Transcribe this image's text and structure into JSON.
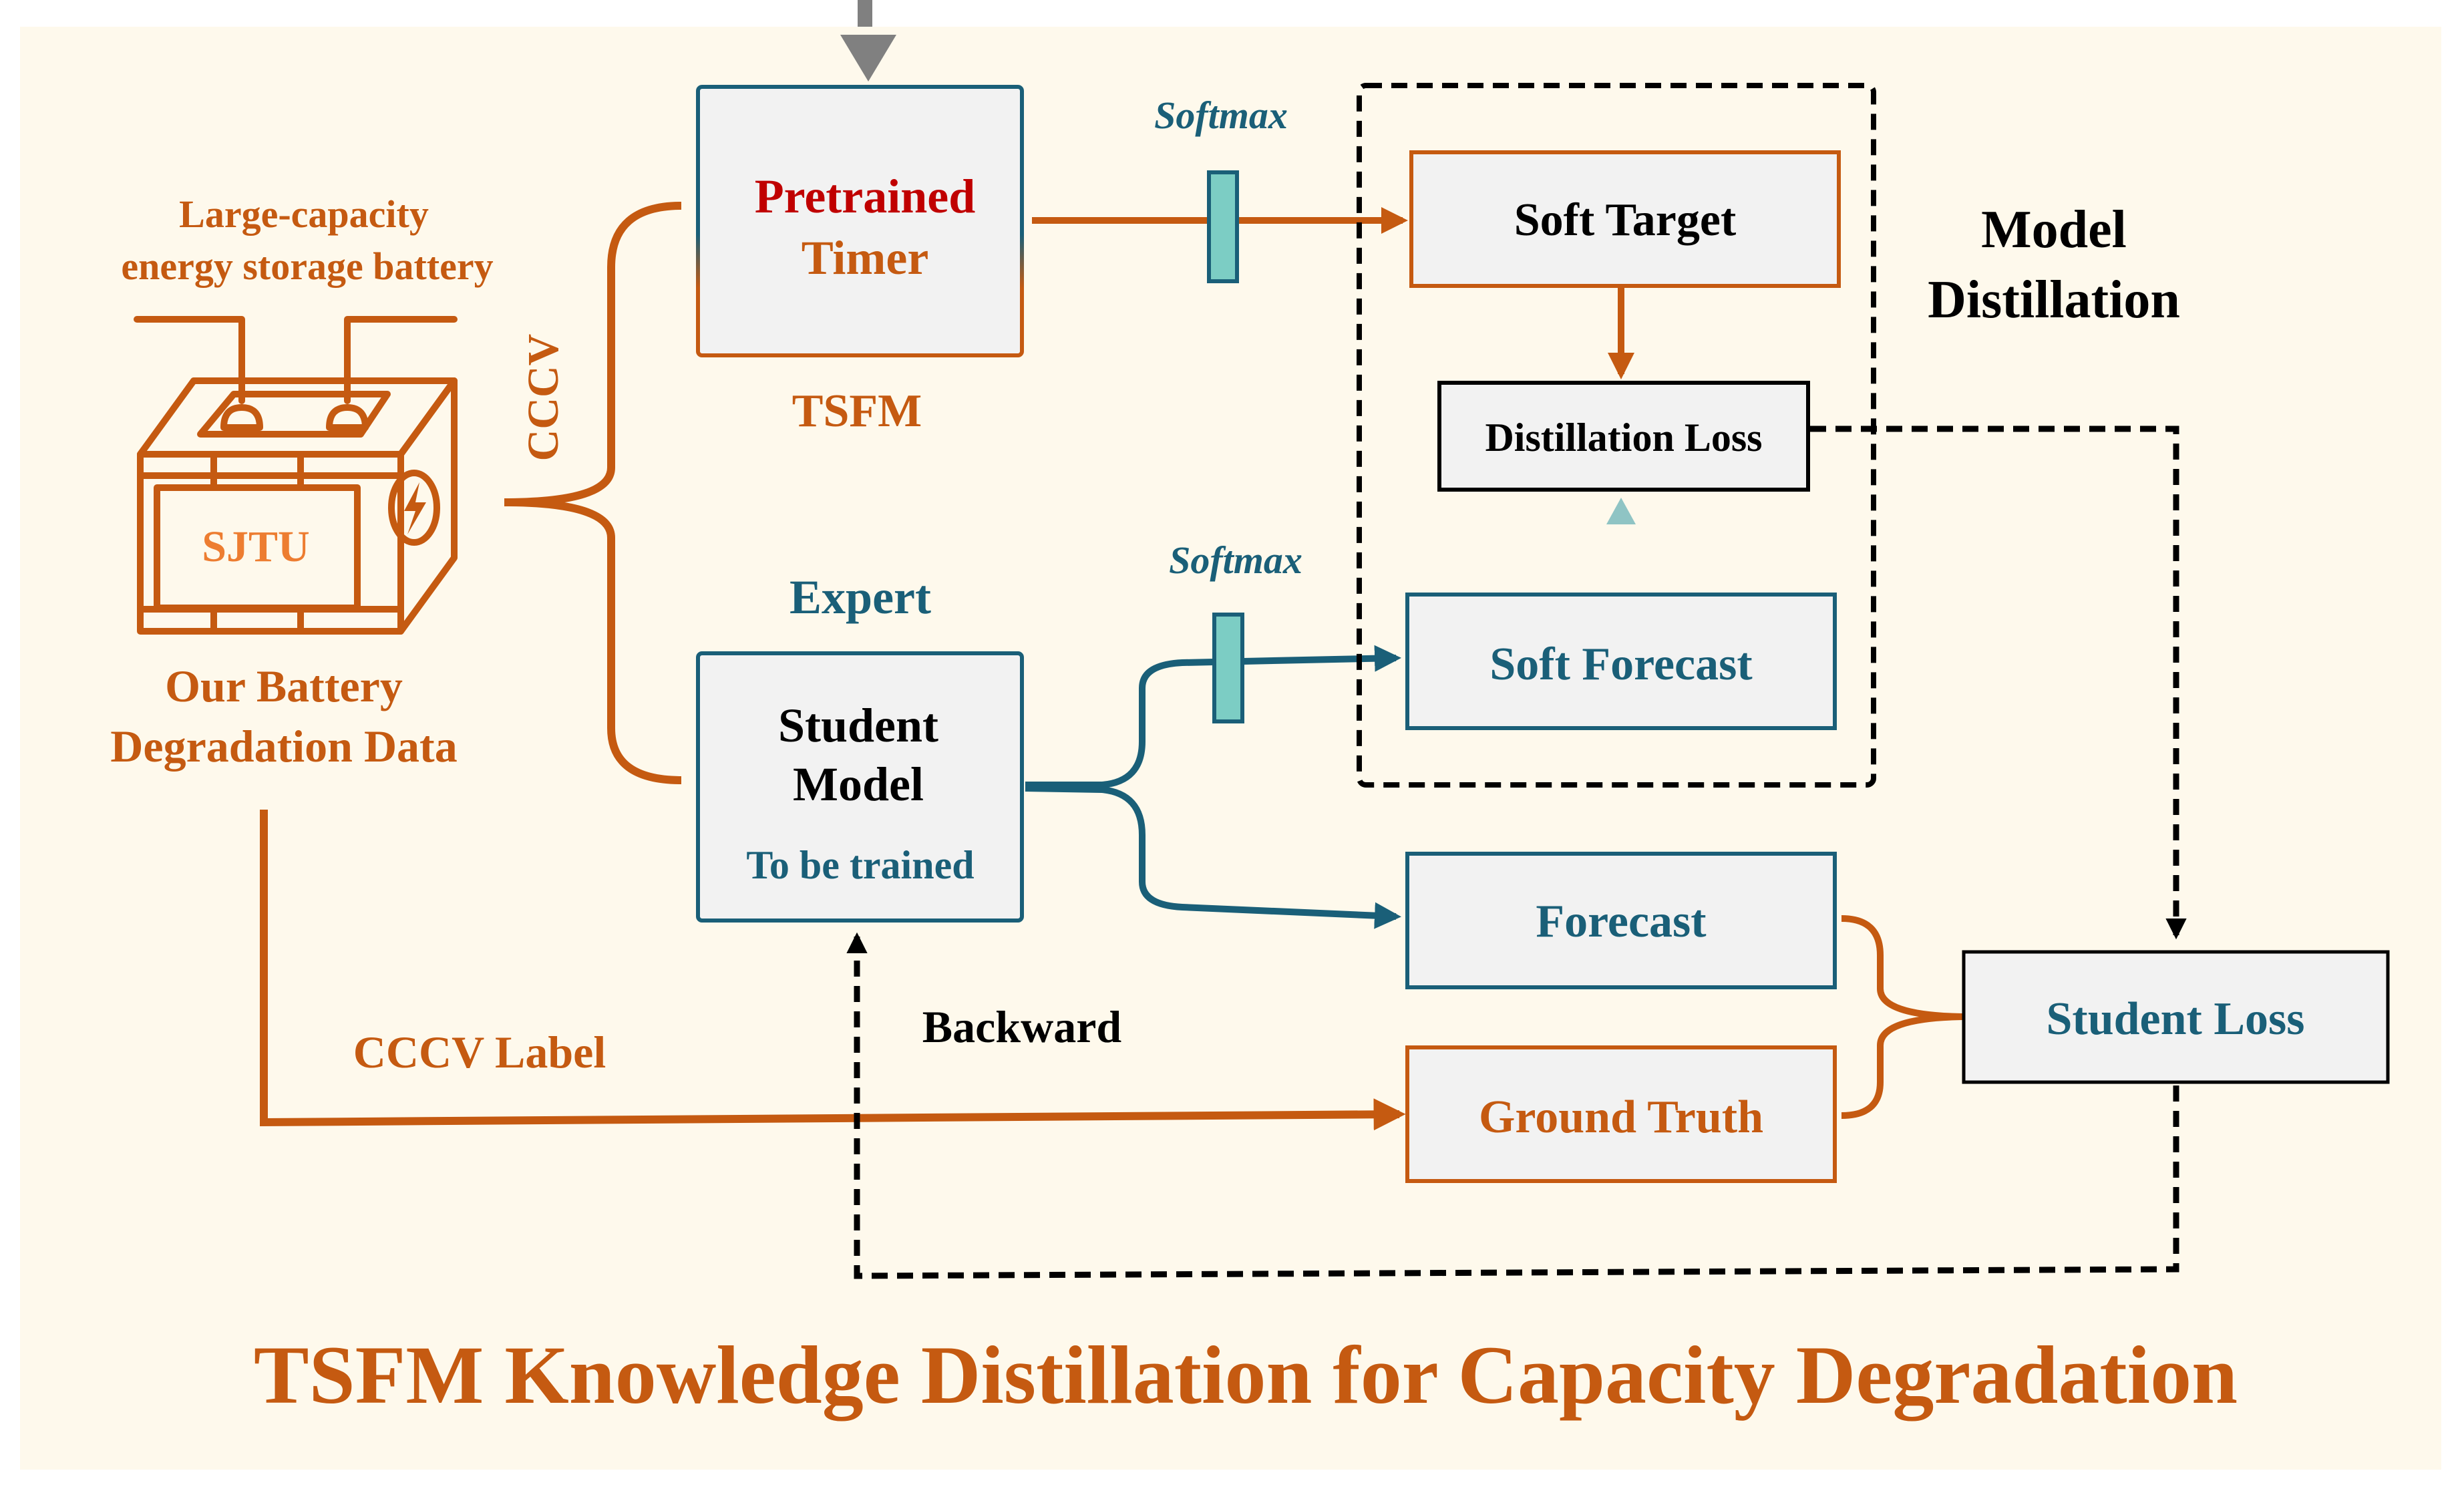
{
  "title": "TSFM Knowledge Distillation for Capacity Degradation",
  "colors": {
    "orange": "#C55A11",
    "teal": "#1A5F78",
    "red": "#C00000",
    "black": "#000000",
    "box_fill": "#F2F2F2",
    "background": "#FEF9EC",
    "softmax_fill": "#7CCDC4",
    "gray_arrow": "#808080"
  },
  "battery": {
    "caption_line1": "Large-capacity",
    "caption_line2": "energy storage battery",
    "brand": "SJTU",
    "data_line1": "Our Battery",
    "data_line2": "Degradation Data",
    "icon": "lightning-bolt-icon"
  },
  "labels": {
    "cccv": "CCCV",
    "cccv_label": "CCCV Label",
    "tsfm": "TSFM",
    "expert": "Expert",
    "backward": "Backward",
    "softmax_top": "Softmax",
    "softmax_bottom": "Softmax",
    "model_distillation_line1": "Model",
    "model_distillation_line2": "Distillation"
  },
  "boxes": {
    "timer": {
      "line1": "Pretrained",
      "line2": "Timer"
    },
    "student": {
      "line1": "Student",
      "line2": "Model",
      "line3": "To be trained"
    },
    "soft_target": "Soft Target",
    "distillation_loss": "Distillation Loss",
    "soft_forecast": "Soft Forecast",
    "forecast": "Forecast",
    "ground_truth": "Ground Truth",
    "student_loss": "Student Loss"
  }
}
